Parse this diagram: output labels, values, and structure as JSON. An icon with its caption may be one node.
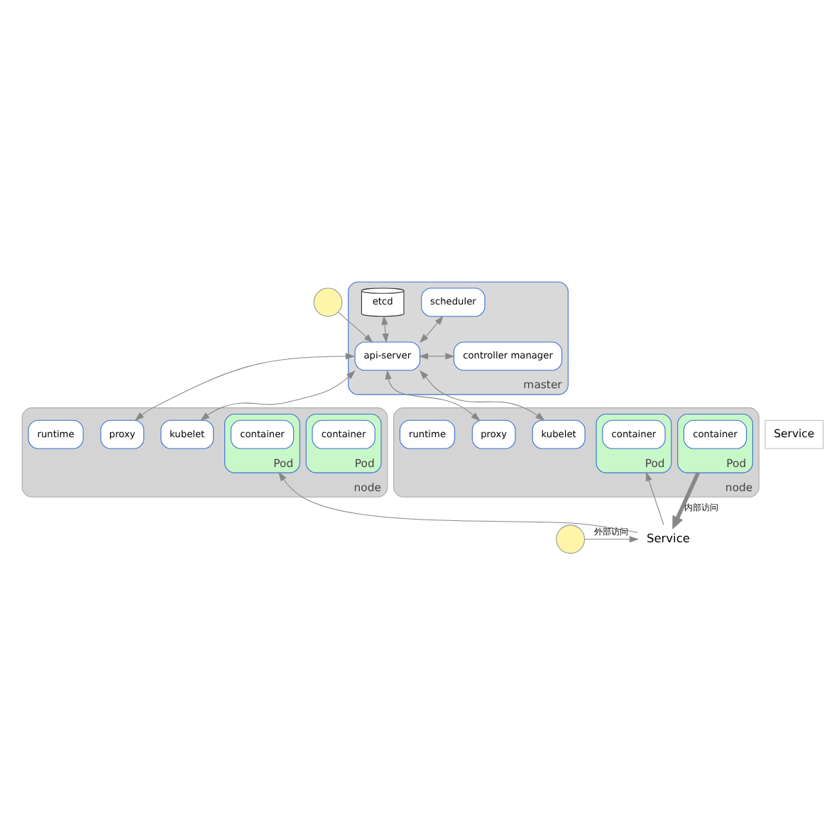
{
  "diagram": {
    "nodes": [
      {
        "text": [],
        "shape": "person"
      },
      {
        "text": [
          "master"
        ]
      },
      {
        "text": [
          "etcd"
        ],
        "in": 1
      },
      {
        "text": [
          "scheduler"
        ],
        "in": 1
      },
      {
        "text": [
          "api-server"
        ],
        "in": 1
      },
      {
        "text": [
          "controller manager"
        ],
        "in": 1
      },
      {
        "text": [
          "node"
        ]
      },
      {
        "text": [
          "proxy"
        ],
        "in": 6
      },
      {
        "text": [
          "kubelet"
        ],
        "in": 6
      },
      {
        "text": [
          "runtime"
        ],
        "in": 6
      },
      {
        "text": [
          "Pod"
        ],
        "in": 6
      },
      {
        "text": [
          "container"
        ],
        "in": 10
      },
      {
        "text": [
          "Pod"
        ],
        "in": 6
      },
      {
        "text": [
          "container"
        ],
        "in": 12
      },
      {
        "text": [
          "node"
        ]
      },
      {
        "text": [
          "proxy"
        ],
        "in": 14
      },
      {
        "text": [
          "kubelet"
        ],
        "in": 14
      },
      {
        "text": [
          "runtime"
        ],
        "in": 14
      },
      {
        "text": [
          "Pod"
        ],
        "in": 14
      },
      {
        "text": [
          "container"
        ],
        "in": 18
      },
      {
        "text": [
          "Pod"
        ],
        "in": 14
      },
      {
        "text": [
          "container"
        ],
        "in": 20
      },
      {
        "text": [
          "Service"
        ]
      },
      {
        "text": [],
        "shape": "person"
      },
      {
        "text": [
          "Service"
        ]
      }
    ],
    "edges": [
      {
        "from": 0,
        "to": 4,
        "arrow": "to"
      },
      {
        "from": 2,
        "to": 4,
        "arrow": "both"
      },
      {
        "from": 4,
        "to": 3,
        "arrow": "both"
      },
      {
        "from": 4,
        "to": 5,
        "arrow": "both"
      },
      {
        "from": 4,
        "to": 7,
        "arrow": "both"
      },
      {
        "from": 4,
        "to": 8,
        "arrow": "both"
      },
      {
        "from": 4,
        "to": 15,
        "arrow": "both"
      },
      {
        "from": 4,
        "to": 16,
        "arrow": "both"
      },
      {
        "from": 24,
        "to": 12,
        "arrow": "to"
      },
      {
        "from": 24,
        "to": 18,
        "arrow": "to"
      },
      {
        "from": 23,
        "to": 24,
        "label": "外部访问",
        "arrow": "to"
      },
      {
        "from": 20,
        "to": 24,
        "label": "内部访问",
        "arrow": "to",
        "style": "thick"
      }
    ]
  }
}
